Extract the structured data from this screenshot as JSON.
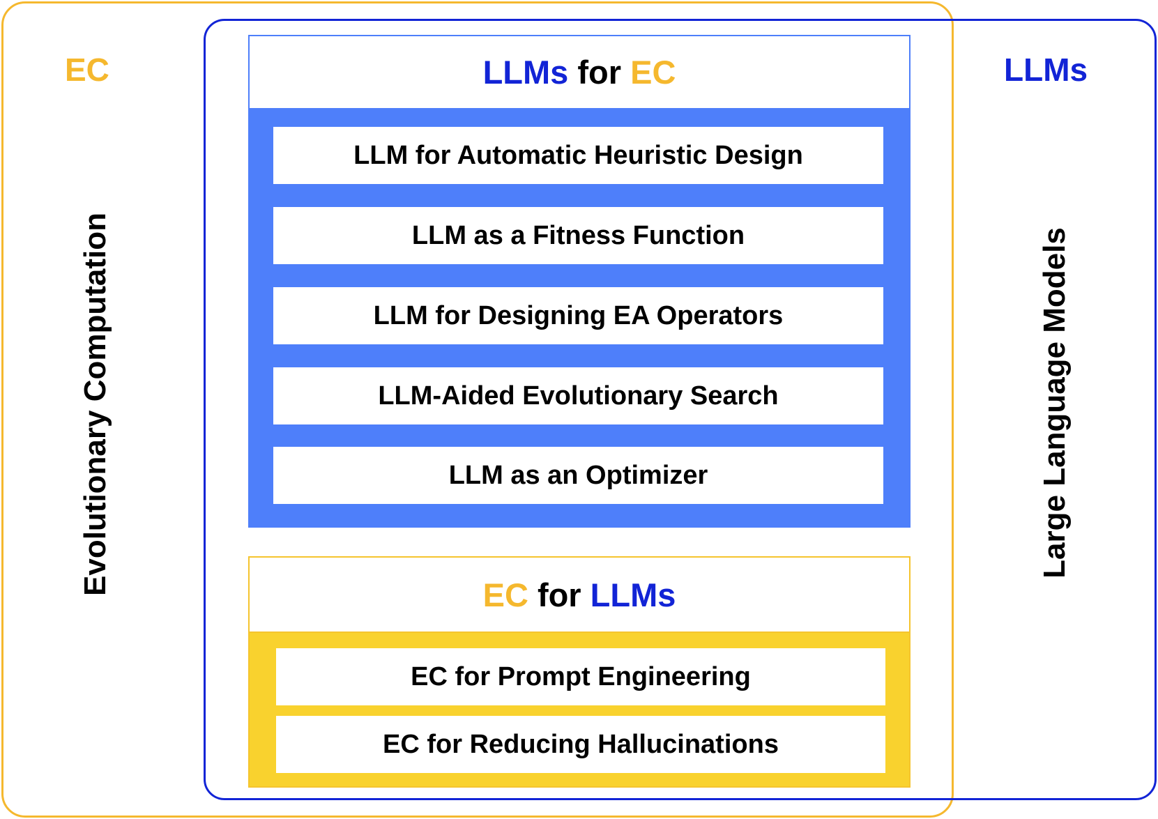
{
  "colors": {
    "ec": "#F5B82E",
    "llm": "#1224D6",
    "llm_panel": "#4E7FFA",
    "ec_panel": "#F9D22E"
  },
  "ec_region": {
    "corner_label": "EC",
    "vertical_label": "Evolutionary Computation"
  },
  "llm_region": {
    "corner_label": "LLMs",
    "vertical_label": "Large Language Models"
  },
  "llms_for_ec": {
    "title_part1": "LLMs",
    "title_part2": " for ",
    "title_part3": "EC",
    "items": [
      "LLM for Automatic Heuristic Design",
      "LLM as a Fitness Function",
      "LLM for Designing EA Operators",
      "LLM-Aided Evolutionary Search",
      "LLM as an Optimizer"
    ]
  },
  "ec_for_llms": {
    "title_part1": "EC",
    "title_part2": " for ",
    "title_part3": "LLMs",
    "items": [
      "EC for Prompt Engineering",
      "EC for Reducing Hallucinations"
    ]
  }
}
